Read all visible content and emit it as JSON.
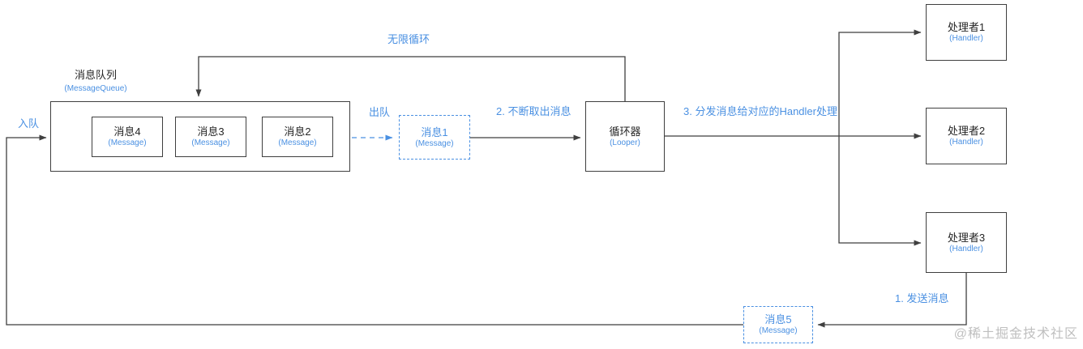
{
  "colors": {
    "accent": "#4a90e2",
    "line": "#3f3f3f",
    "watermark": "#bfbfbf"
  },
  "queue": {
    "title": "消息队列",
    "subtitle": "(MessageQueue)",
    "messages": [
      {
        "label": "消息4",
        "sub": "(Message)"
      },
      {
        "label": "消息3",
        "sub": "(Message)"
      },
      {
        "label": "消息2",
        "sub": "(Message)"
      }
    ]
  },
  "dequeued_message": {
    "label": "消息1",
    "sub": "(Message)"
  },
  "pending_message": {
    "label": "消息5",
    "sub": "(Message)"
  },
  "looper": {
    "label": "循环器",
    "sub": "(Looper)"
  },
  "handlers": [
    {
      "label": "处理者1",
      "sub": "(Handler)"
    },
    {
      "label": "处理者2",
      "sub": "(Handler)"
    },
    {
      "label": "处理者3",
      "sub": "(Handler)"
    }
  ],
  "annotations": {
    "enqueue": "入队",
    "dequeue": "出队",
    "infinite_loop": "无限循环",
    "step1": "1. 发送消息",
    "step2": "2. 不断取出消息",
    "step3": "3. 分发消息给对应的Handler处理"
  },
  "watermark": "@稀土掘金技术社区"
}
